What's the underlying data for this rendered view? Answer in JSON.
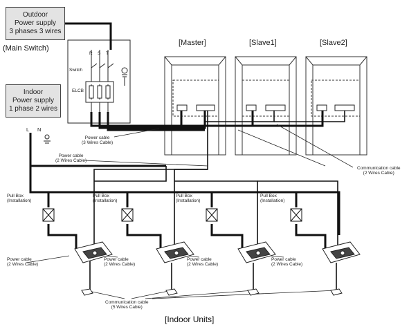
{
  "outdoor_power": {
    "line1": "Outdoor",
    "line2": "Power supply",
    "line3": "3 phases 3 wires"
  },
  "main_switch": "(Main Switch)",
  "indoor_power": {
    "line1": "Indoor",
    "line2": "Power supply",
    "line3": "1 phase 2 wires"
  },
  "panel": {
    "switch": "Switch",
    "elcb": "ELCB",
    "phase_labels": [
      "R",
      "S",
      "T"
    ]
  },
  "indoor_terminals": {
    "l": "L",
    "n": "N"
  },
  "units": {
    "master": "[Master]",
    "slave1": "[Slave1]",
    "slave2": "[Slave2]"
  },
  "cables": {
    "outdoor_power": {
      "line1": "Power cable",
      "line2": "(3 Wires Cable)"
    },
    "indoor_power": {
      "line1": "Power cable",
      "line2": "(2 Wires Cable)"
    },
    "communication_top": {
      "line1": "Communication cable",
      "line2": "(2 Wires Cable)"
    },
    "communication_bottom": {
      "line1": "Communication cable",
      "line2": "(5 Wires Cable)"
    }
  },
  "pull_box": {
    "line1": "Pull Box",
    "line2": "(Installation)"
  },
  "indoor_power_cable": {
    "line1": "Power cable",
    "line2": "(2 Wires Cable)"
  },
  "footer": "[Indoor Units]",
  "colors": {
    "wire": "#111111",
    "box_fill": "#e3e3e3",
    "unit_outline": "#333333"
  }
}
